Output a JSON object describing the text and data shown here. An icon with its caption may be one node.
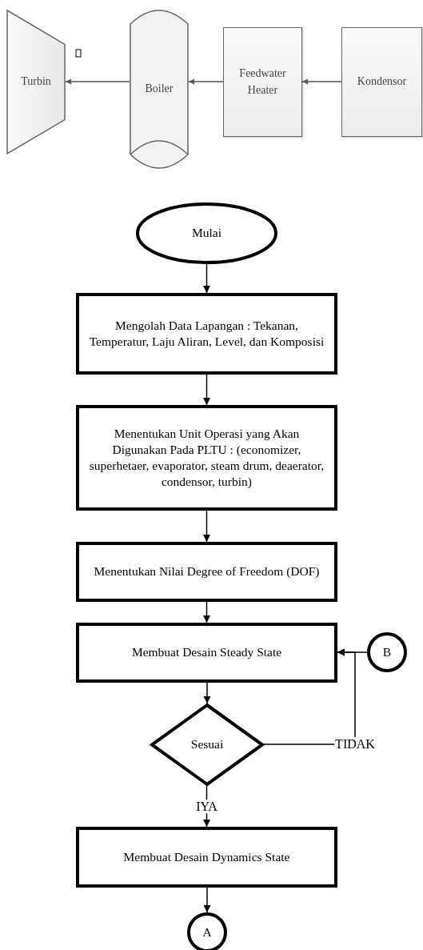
{
  "diagram": {
    "nodes": [
      {
        "text": [
          "Turbin"
        ]
      },
      {
        "text": [
          "Boiler"
        ]
      },
      {
        "text": [
          "Feedwater Heater"
        ]
      },
      {
        "text": [
          "Kondensor"
        ]
      },
      {
        "text": [
          "Mulai"
        ]
      },
      {
        "text": [
          "Mengolah Data Lapangan : Tekanan, Temperatur, Laju Aliran, Level, dan Komposisi"
        ]
      },
      {
        "text": [
          "Menentukan Unit Operasi yang Akan Digunakan Pada PLTU : (economizer, superhetaer, evaporator, steam drum, deaerator, condensor, turbin)"
        ]
      },
      {
        "text": [
          "Menentukan Nilai Degree of Freedom (DOF)"
        ]
      },
      {
        "text": [
          "Membuat Desain Steady State"
        ]
      },
      {
        "text": [
          "Sesuai"
        ]
      },
      {
        "text": [
          "Membuat Desain Dynamics State"
        ]
      },
      {
        "text": [
          "A"
        ]
      },
      {
        "text": [
          "B"
        ]
      }
    ],
    "edges": [
      {
        "from": 1,
        "to": 0,
        "arrow": "to",
        "color": "#555555"
      },
      {
        "from": 2,
        "to": 1,
        "arrow": "to",
        "color": "#555555"
      },
      {
        "from": 3,
        "to": 2,
        "arrow": "to",
        "color": "#555555"
      },
      {
        "from": 4,
        "to": 5,
        "arrow": "to"
      },
      {
        "from": 5,
        "to": 6,
        "arrow": "to"
      },
      {
        "from": 6,
        "to": 7,
        "arrow": "to"
      },
      {
        "from": 7,
        "to": 8,
        "arrow": "to"
      },
      {
        "from": 8,
        "to": 9,
        "arrow": "to"
      },
      {
        "from": 9,
        "to": 8,
        "arrow": "to",
        "label": "TIDAK"
      },
      {
        "from": 9,
        "to": 10,
        "arrow": "to",
        "label": "IYA"
      },
      {
        "from": 12,
        "to": 8,
        "arrow": "to"
      },
      {
        "from": 10,
        "to": 11,
        "arrow": "to"
      }
    ]
  }
}
